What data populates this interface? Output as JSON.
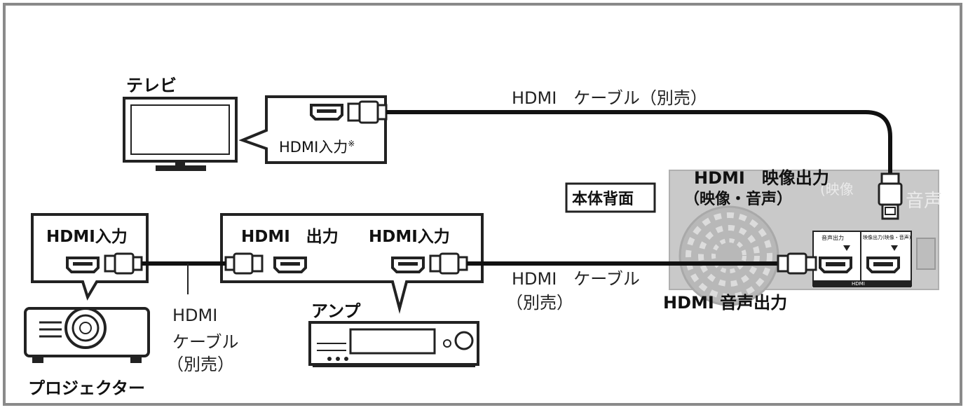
{
  "devices": {
    "tv": {
      "label": "テレビ",
      "port_label": "HDMI入力",
      "note_mark": "※"
    },
    "projector": {
      "label": "プロジェクター",
      "port_label": "HDMI入力"
    },
    "amp": {
      "label": "アンプ",
      "output_label": "HDMI　出力",
      "input_label": "HDMI入力"
    },
    "recorder": {
      "label": "本体背面",
      "video_out_label": "HDMI　映像出力",
      "video_out_sub": "（映像・音声）",
      "audio_out_label": "HDMI 音声出力",
      "panel_audio_text": "音声出力",
      "panel_video_text": "映像出力(映像・音声)",
      "panel_hdmi_text": "HDMI",
      "panel_bg_text_1": "(映像",
      "panel_bg_text_2": "音声"
    }
  },
  "cables": {
    "tv_cable": "HDMI　ケーブル（別売）",
    "amp_cable_1": "HDMI　ケーブル",
    "amp_cable_2": "（別売）",
    "proj_cable_1": "HDMI",
    "proj_cable_2": "ケーブル",
    "proj_cable_3": "（別売）"
  }
}
